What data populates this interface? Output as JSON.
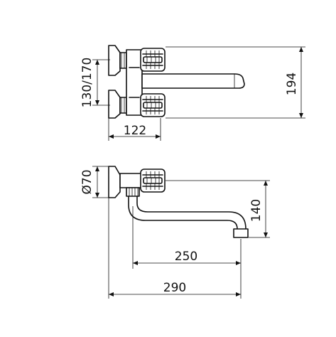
{
  "top_view": {
    "dim_left": "130/170",
    "dim_right": "194",
    "dim_bottom": "122"
  },
  "side_view": {
    "dim_diameter": "Ø70",
    "dim_height": "140",
    "dim_reach": "250",
    "dim_total": "290"
  }
}
